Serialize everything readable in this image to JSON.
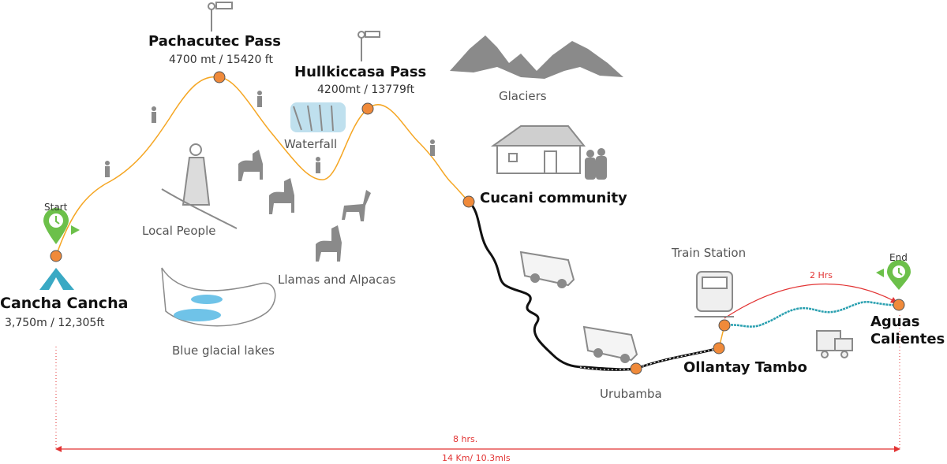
{
  "route": {
    "start": {
      "tag": "Start",
      "name": "Cancha Cancha",
      "elevation": "3,750m / 12,305ft"
    },
    "pass1": {
      "name": "Pachacutec Pass",
      "elevation": "4700 mt / 15420 ft"
    },
    "pass2": {
      "name": "Hullkiccasa Pass",
      "elevation": "4200mt / 13779ft"
    },
    "community": {
      "name": "Cucani community"
    },
    "town": {
      "name": "Urubamba"
    },
    "station": {
      "name": "Ollantay Tambo",
      "label": "Train Station"
    },
    "end": {
      "tag": "End",
      "name_line1": "Aguas",
      "name_line2": "Calientes"
    }
  },
  "features": {
    "waterfall": "Waterfall",
    "glaciers": "Glaciers",
    "local_people": "Local People",
    "llamas": "Llamas and Alpacas",
    "lakes": "Blue glacial lakes"
  },
  "train": {
    "duration": "2 Hrs"
  },
  "summary": {
    "time": "8 hrs.",
    "distance": "14 Km/ 10.3mls"
  },
  "colors": {
    "trail": "#f5a623",
    "road": "#111111",
    "rail": "#2aa0b0",
    "node": "#f08a3a",
    "pin": "#6cc04a",
    "measure": "#e23333",
    "tent": "#3aa9c4",
    "lake": "#6fc3e8",
    "icon": "#8a8a8a"
  },
  "icons": [
    "hiker-icon",
    "photographer-icon",
    "mountain-icon",
    "house-icon",
    "llama-icon",
    "van-icon",
    "train-icon",
    "tent-icon",
    "clock-pin-icon",
    "waterfall-icon",
    "lake-icon"
  ]
}
